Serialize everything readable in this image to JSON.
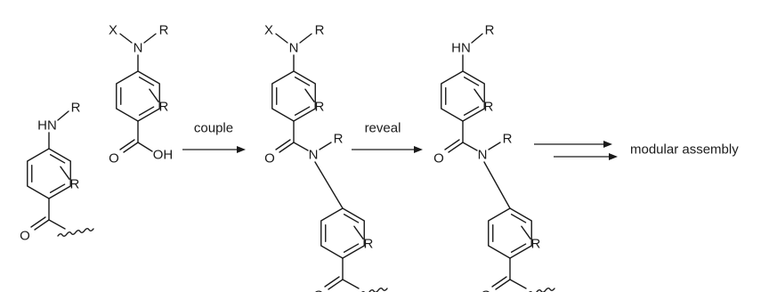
{
  "scheme": {
    "arrows": {
      "couple": "couple",
      "reveal": "reveal",
      "result": "modular assembly"
    },
    "atoms": {
      "hn": "HN",
      "n": "N",
      "x": "X",
      "r": "R",
      "o": "O",
      "oh": "OH"
    }
  }
}
